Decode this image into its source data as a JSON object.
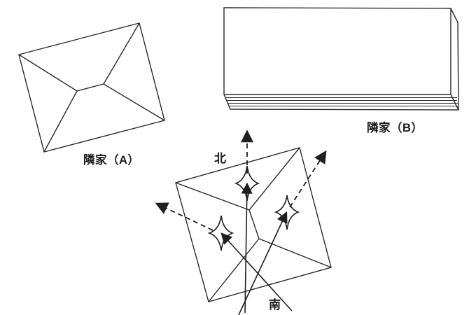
{
  "diagram": {
    "title": "sunlight-reflection-direction-diagram",
    "background_color": "#ffffff",
    "line_color": "#2b2b2b",
    "labels": {
      "house_a": "隣家（A）",
      "house_b": "隣家（B）",
      "north": "北",
      "south": "南"
    },
    "elements": {
      "house_a": "hipped-roof plan (neighbor A)",
      "house_b": "flat-roof building block (neighbor B)",
      "subject_roof": "hipped roof with three sparkle reflection points",
      "solid_arrows": 3,
      "dashed_arrows": 3,
      "sparkles": 3
    }
  }
}
